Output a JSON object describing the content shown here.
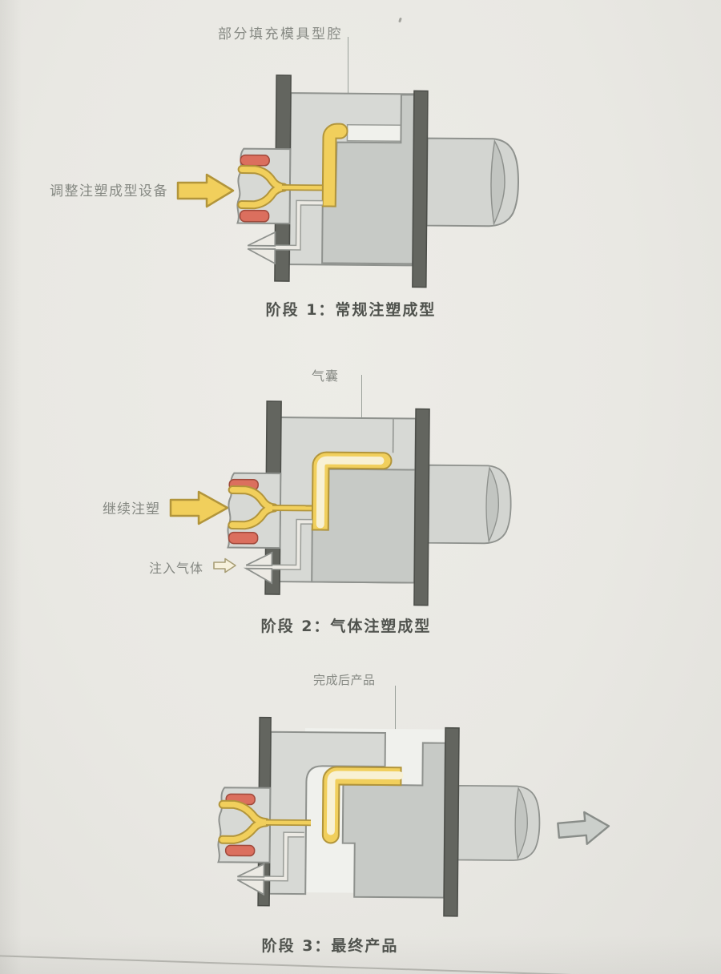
{
  "figure": {
    "stages": [
      {
        "top_label": "部分填充模具型腔",
        "side_label": "调整注塑成型设备",
        "caption": "阶段 1：常规注塑成型"
      },
      {
        "top_label": "气囊",
        "side_label": "继续注塑",
        "side_label_2": "注入气体",
        "caption": "阶段 2：气体注塑成型"
      },
      {
        "top_label": "完成后产品",
        "caption": "阶段 3：最终产品"
      }
    ],
    "colors": {
      "molten_plastic_yellow": "#f1cf5c",
      "plastic_outline": "#b2953b",
      "gas_core_cream": "#f8f1d4",
      "heater_band_red": "#db6f5e",
      "mold_plate_gray": "#d7d9d5",
      "core_block_gray": "#c7cac6",
      "platen_bar_dark": "#63655f",
      "outline_gray": "#8f928e",
      "page_background": "#e9e8e3",
      "caption_text": "#50534e",
      "label_text": "#868983"
    }
  }
}
